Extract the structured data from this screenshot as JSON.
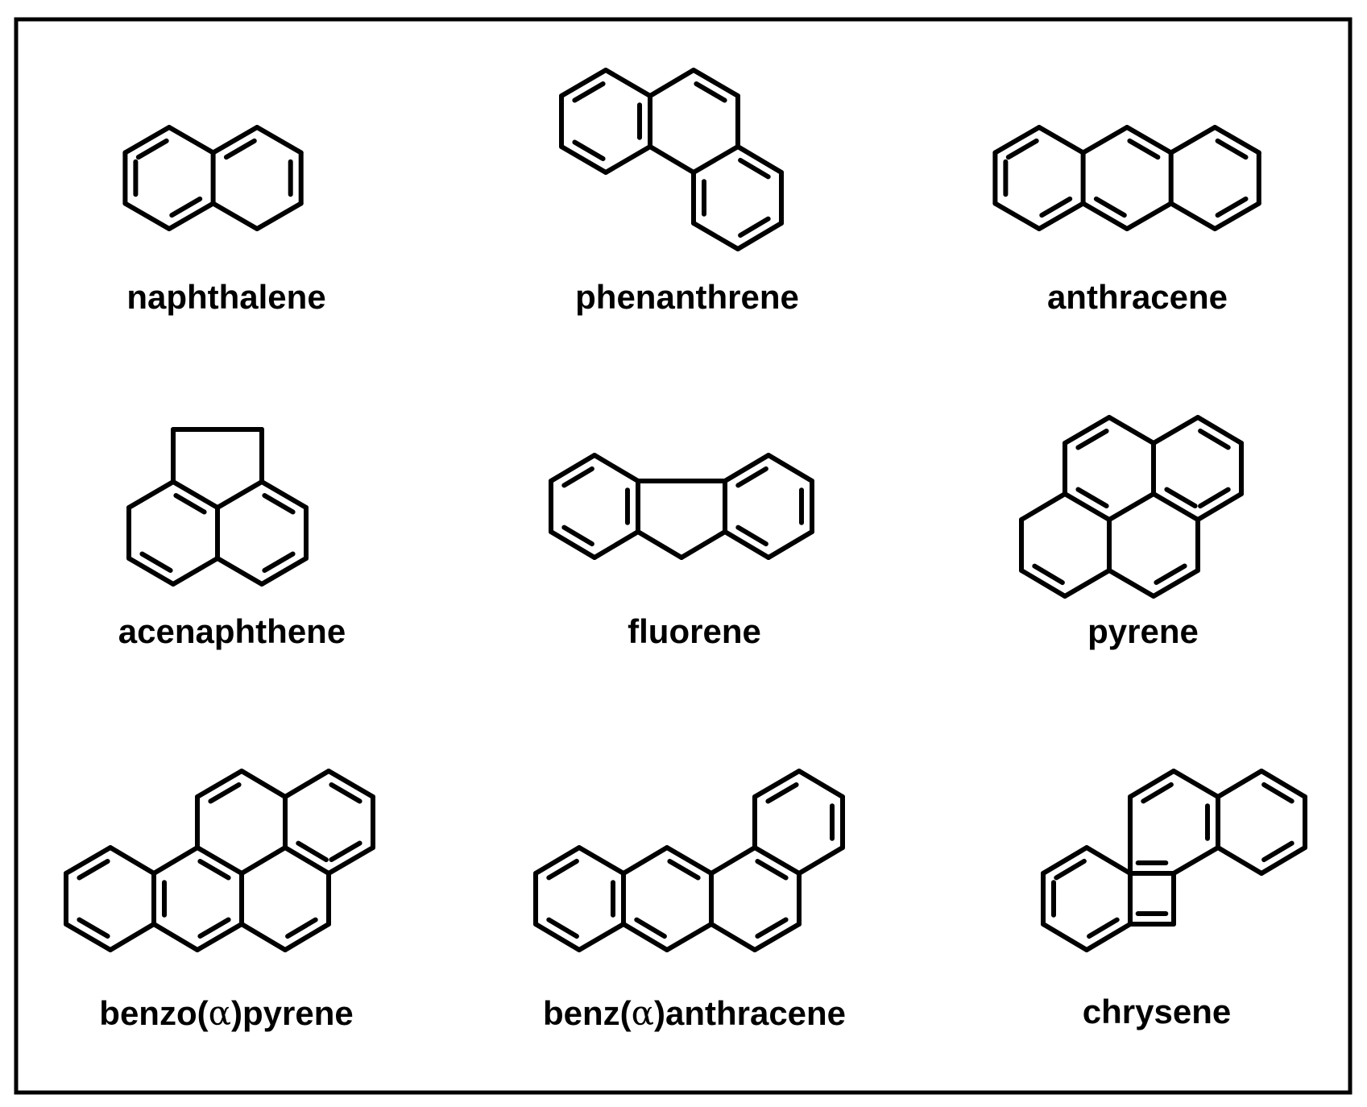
{
  "molecules": [
    {
      "id": "naphthalene",
      "label": "naphthalene"
    },
    {
      "id": "phenanthrene",
      "label": "phenanthrene"
    },
    {
      "id": "anthracene",
      "label": "anthracene"
    },
    {
      "id": "acenaphthene",
      "label": "acenaphthene"
    },
    {
      "id": "fluorene",
      "label": "fluorene"
    },
    {
      "id": "pyrene",
      "label": "pyrene"
    },
    {
      "id": "benzo-a-pyrene",
      "label_parts": [
        "benzo(",
        "α",
        ")pyrene"
      ]
    },
    {
      "id": "benz-a-anthracene",
      "label_parts": [
        "benz(",
        "α",
        ")anthracene"
      ]
    },
    {
      "id": "chrysene",
      "label": "chrysene"
    }
  ]
}
